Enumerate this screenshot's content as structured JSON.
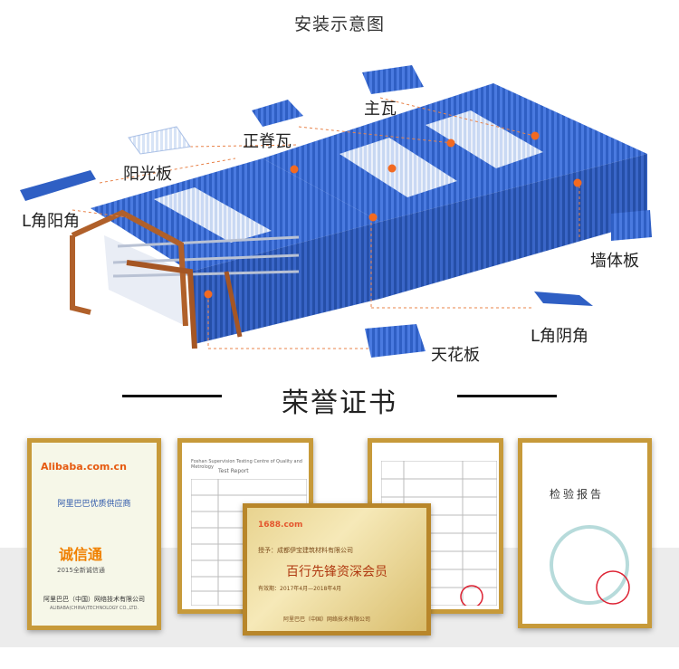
{
  "header": {
    "title": "安装示意图"
  },
  "diagram_labels": {
    "main_tile": "主瓦",
    "ridge_tile": "正脊瓦",
    "skylight_panel": "阳光板",
    "l_outer_corner": "L角阳角",
    "wall_panel": "墙体板",
    "l_inner_corner": "L角阴角",
    "ceiling_panel": "天花板"
  },
  "section": {
    "title": "荣誉证书"
  },
  "certificates": {
    "alibaba": {
      "logo_text": "Alibaba.com.cn",
      "badge_text": "阿里巴巴优质供应商",
      "cxt_text": "诚信通",
      "year_text": "2015全新诚信通",
      "footer_cn": "阿里巴巴（中国）网络技术有限公司",
      "footer_en": "ALIBABA(CHINA)TECHNOLOGY CO.,LTD."
    },
    "test_report": {
      "header_line1": "Foshan Supervision Testing Centre of Quality and Metrology",
      "header_line2": "Test    Report"
    },
    "gold_plaque": {
      "logo_text": "1688.com",
      "award_line": "授予：成都伊宝建筑材料有限公司",
      "title": "百行先锋资深会员",
      "validity": "有效期：2017年4月—2018年4月",
      "footer": "阿里巴巴（中国）网络技术有限公司"
    },
    "inspection": {
      "title": "检验报告"
    }
  },
  "colors": {
    "panel_blue": "#2f5fc4",
    "accent_orange": "#f26a21",
    "frame_gold": "#c79a3a"
  }
}
